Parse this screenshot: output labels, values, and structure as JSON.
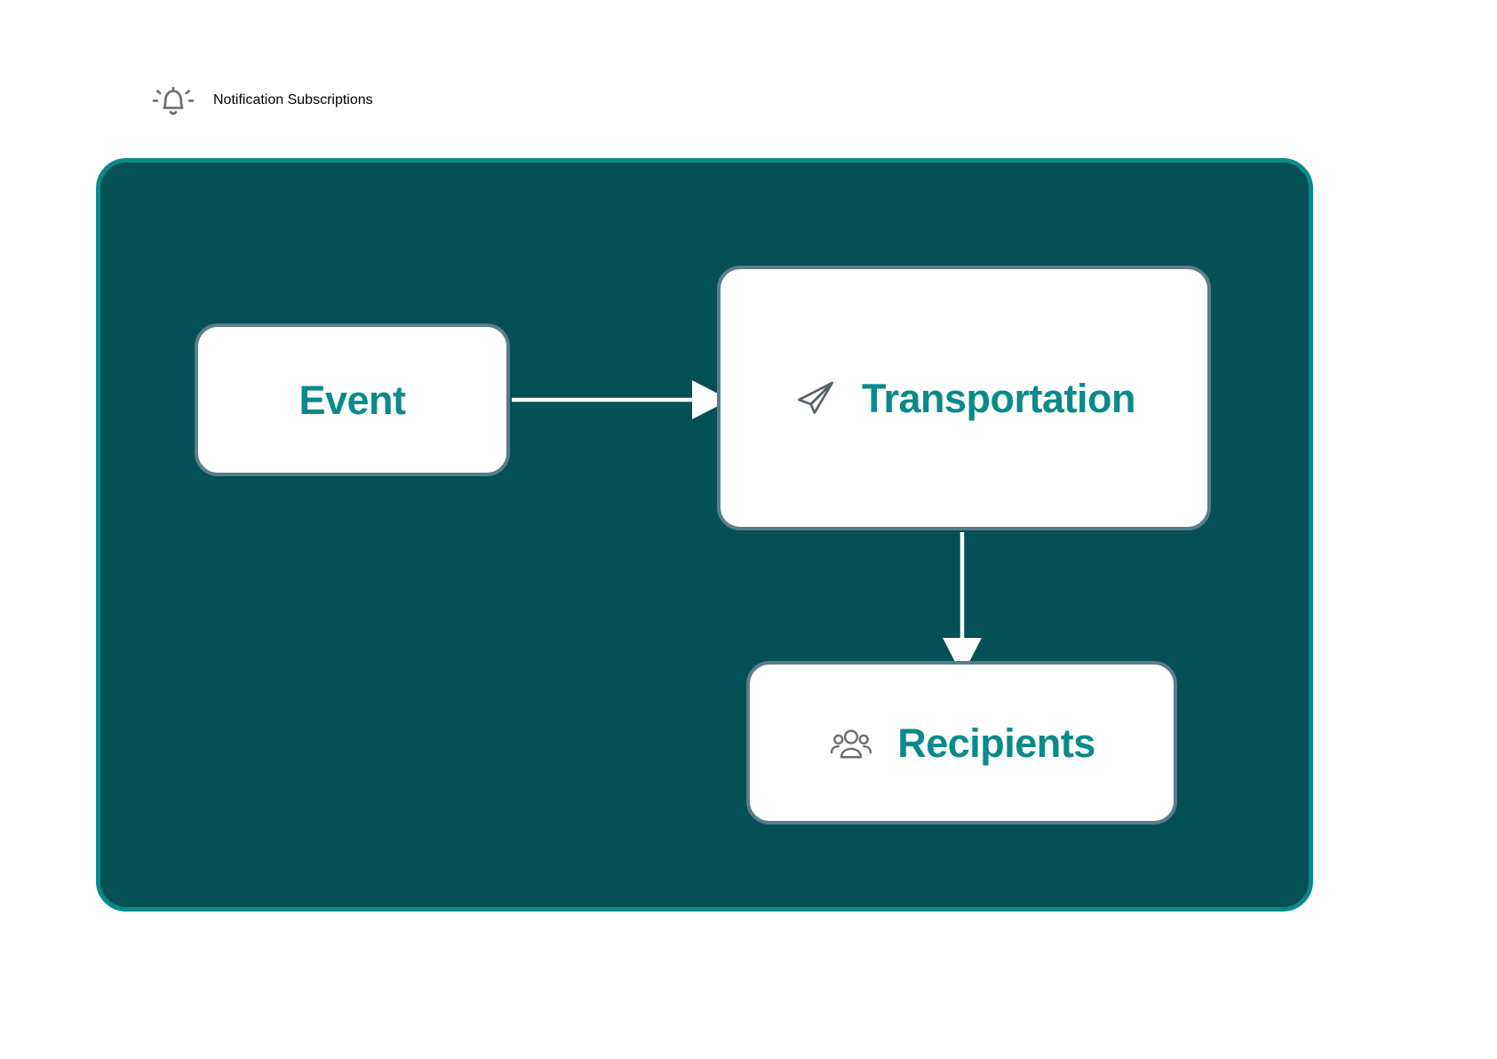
{
  "header": {
    "title": "Notification Subscriptions",
    "icon": "bell-ringing-icon",
    "title_color": "#0a8a8a",
    "icon_color": "#6e6e6e"
  },
  "panel": {
    "background_color": "#045055",
    "border_color": "#0a8a8a"
  },
  "diagram": {
    "type": "flow",
    "node_border_color": "#5a7d8c",
    "node_background_color": "#ffffff",
    "node_label_color": "#0a8a8a",
    "connector_color": "#ffffff",
    "nodes": [
      {
        "id": "event",
        "label": "Event",
        "icon": null
      },
      {
        "id": "transportation",
        "label": "Transportation",
        "icon": "paper-plane-icon"
      },
      {
        "id": "recipients",
        "label": "Recipients",
        "icon": "users-group-icon"
      }
    ],
    "edges": [
      {
        "from": "event",
        "to": "transportation",
        "direction": "right"
      },
      {
        "from": "transportation",
        "to": "recipients",
        "direction": "down"
      }
    ]
  }
}
